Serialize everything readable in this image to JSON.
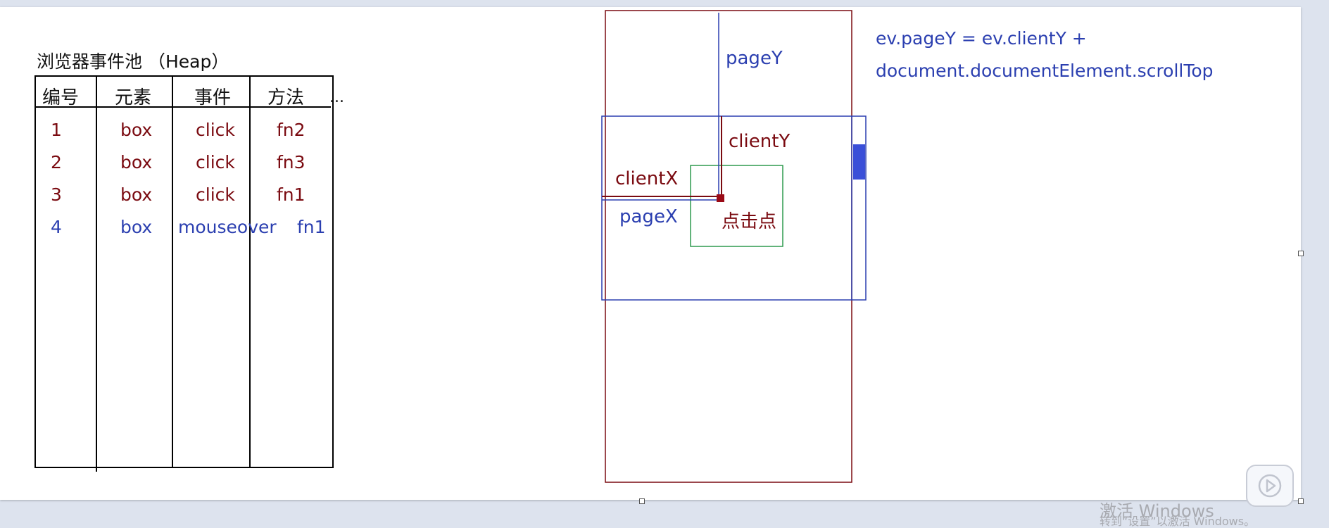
{
  "pool": {
    "title": "浏览器事件池 （Heap）",
    "headers": [
      "编号",
      "元素",
      "事件",
      "方法"
    ],
    "header_more": "...",
    "rows": [
      {
        "no": "1",
        "el": "box",
        "ev": "click",
        "fn": "fn2",
        "color": "#7a0a10"
      },
      {
        "no": "2",
        "el": "box",
        "ev": "click",
        "fn": "fn3",
        "color": "#7a0a10"
      },
      {
        "no": "3",
        "el": "box",
        "ev": "click",
        "fn": "fn1",
        "color": "#7a0a10"
      },
      {
        "no": "4",
        "el": "box",
        "ev": "mouseover",
        "fn": "fn1",
        "color": "#2b3fb0"
      }
    ]
  },
  "diagram": {
    "pageY_label": "pageY",
    "clientY_label": "clientY",
    "clientX_label": "clientX",
    "pageX_label": "pageX",
    "click_label": "点击点"
  },
  "formula": {
    "line1": "ev.pageY = ev.clientY +",
    "line2": "document.documentElement.scrollTop"
  },
  "watermark": {
    "title": "激活 Windows",
    "sub": "转到“设置”以激活 Windows。"
  },
  "colors": {
    "dark_red": "#7a0a10",
    "blue": "#2b3fb0",
    "green": "#2e9a4e",
    "scroll_thumb": "#3a4fd8"
  }
}
